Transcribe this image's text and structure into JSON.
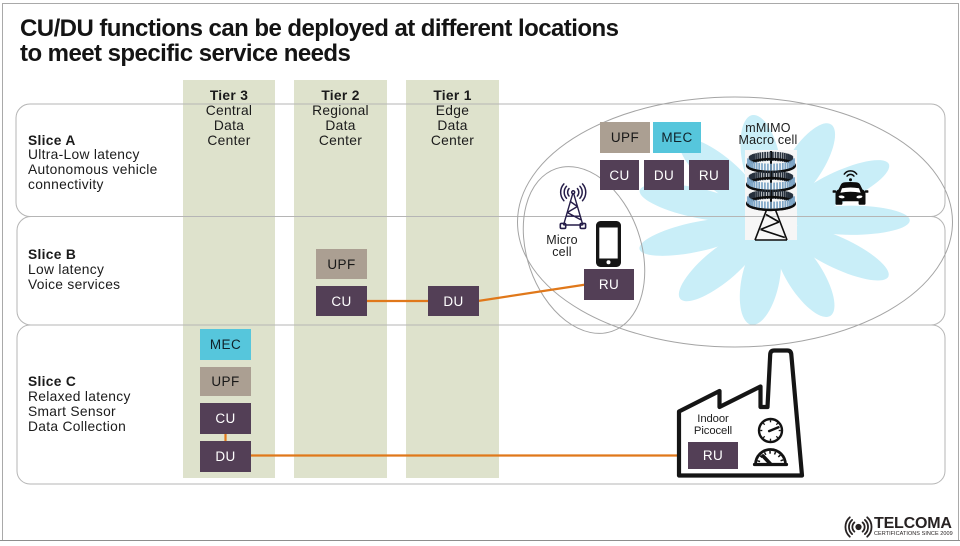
{
  "title": {
    "line1": "CU/DU functions can be deployed at different locations",
    "line2": "to meet specific service needs"
  },
  "tiers": [
    {
      "name": "Tier 3",
      "lines": [
        "Central",
        "Data",
        "Center"
      ]
    },
    {
      "name": "Tier 2",
      "lines": [
        "Regional",
        "Data",
        "Center"
      ]
    },
    {
      "name": "Tier 1",
      "lines": [
        "Edge",
        "Data",
        "Center"
      ]
    }
  ],
  "slices": [
    {
      "name": "Slice A",
      "lines": [
        "Ultra-Low latency",
        "Autonomous vehicle",
        "connectivity"
      ]
    },
    {
      "name": "Slice B",
      "lines": [
        "Low latency",
        "Voice services"
      ]
    },
    {
      "name": "Slice C",
      "lines": [
        "Relaxed latency",
        "Smart Sensor",
        "Data Collection"
      ]
    }
  ],
  "nodes": {
    "slice_a": {
      "upf": "UPF",
      "mec": "MEC",
      "cu": "CU",
      "du": "DU",
      "ru": "RU"
    },
    "slice_b": {
      "upf": "UPF",
      "cu": "CU",
      "du": "DU"
    },
    "slice_c": {
      "mec": "MEC",
      "upf": "UPF",
      "cu": "CU",
      "du": "DU"
    },
    "micro": {
      "ru": "RU"
    },
    "factory": {
      "ru": "RU"
    }
  },
  "labels": {
    "mmimo": {
      "line1": "mMIMO",
      "line2": "Macro cell"
    },
    "micro": {
      "line1": "Micro",
      "line2": "cell"
    },
    "indoor": {
      "line1": "Indoor",
      "line2": "Picocell"
    }
  },
  "logo": {
    "brand": "TELCOMA",
    "tagline": "CERTIFICATIONS SINCE 2009"
  },
  "connections": [
    {
      "from": "Slice B CU",
      "to": "Slice B DU"
    },
    {
      "from": "Slice B DU",
      "to": "Micro cell RU"
    },
    {
      "from": "Slice C CU",
      "to": "Slice C DU"
    },
    {
      "from": "Slice C DU",
      "to": "Indoor Picocell RU"
    }
  ],
  "colors": {
    "column": "#dee2cc",
    "node_purple": "#533f56",
    "node_taupe": "#ab9f92",
    "node_cyan": "#56c6dc",
    "connector_orange": "#e0781a",
    "petal_cyan": "#c9eef8",
    "outline_gray": "#a4a4a4",
    "text_dark": "#1b1b1b"
  }
}
